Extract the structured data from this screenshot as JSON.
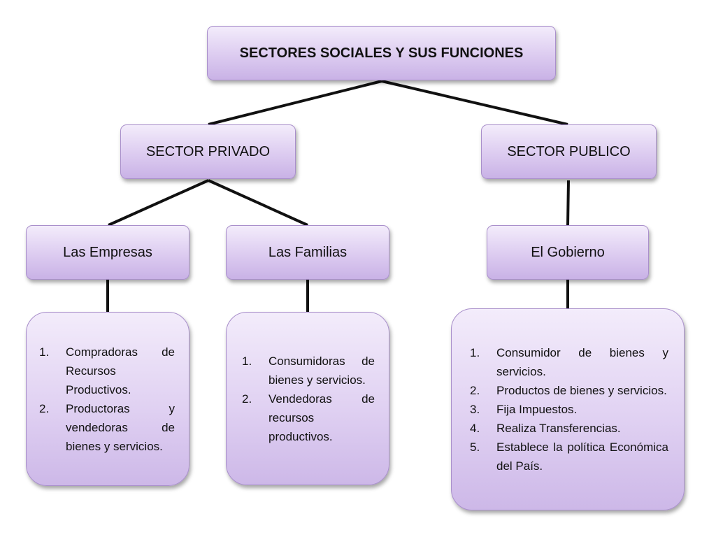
{
  "title": "SECTORES SOCIALES Y SUS FUNCIONES",
  "sectors": {
    "privado": "SECTOR PRIVADO",
    "publico": "SECTOR PUBLICO"
  },
  "groups": {
    "empresas": {
      "label": "Las Empresas",
      "items": [
        "Compradoras de Recursos Productivos.",
        "Productoras y vendedoras de bienes y servicios."
      ]
    },
    "familias": {
      "label": "Las Familias",
      "items": [
        "Consumidoras de bienes y servicios.",
        "Vendedoras de recursos productivos."
      ]
    },
    "gobierno": {
      "label": "El Gobierno",
      "items": [
        "Consumidor de bienes y servicios.",
        "Productos de bienes y servicios.",
        "Fija Impuestos.",
        "Realiza Transferencias.",
        "Establece la política Económica del País."
      ]
    }
  },
  "list_numbers": [
    "1.",
    "2.",
    "3.",
    "4.",
    "5."
  ],
  "colors": {
    "box_light": "#f3ecfb",
    "box_dark": "#c9b2e6",
    "border": "#a98fcb",
    "connector": "#111111"
  }
}
